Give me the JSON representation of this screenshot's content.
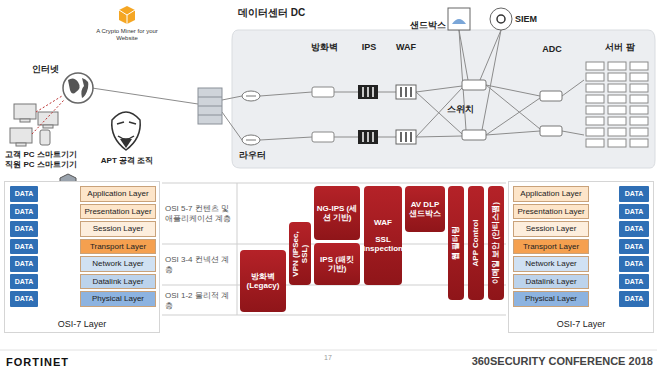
{
  "diagram": {
    "nodes": [
      {
        "text": [
          "데이터센터 DC"
        ]
      },
      {
        "text": [
          "OSI-7 Layer"
        ]
      },
      {
        "text": [
          "DATA"
        ],
        "in": 1
      },
      {
        "text": [
          "Application Layer"
        ],
        "in": 1
      },
      {
        "text": [
          "DATA"
        ],
        "in": 1
      },
      {
        "text": [
          "Presentation Layer"
        ],
        "in": 1
      },
      {
        "text": [
          "DATA"
        ],
        "in": 1
      },
      {
        "text": [
          "Session Layer"
        ],
        "in": 1
      },
      {
        "text": [
          "DATA"
        ],
        "in": 1
      },
      {
        "text": [
          "Transport Layer"
        ],
        "in": 1
      },
      {
        "text": [
          "DATA"
        ],
        "in": 1
      },
      {
        "text": [
          "Network Layer"
        ],
        "in": 1
      },
      {
        "text": [
          "DATA"
        ],
        "in": 1
      },
      {
        "text": [
          "Datalink Layer"
        ],
        "in": 1
      },
      {
        "text": [
          "DATA"
        ],
        "in": 1
      },
      {
        "text": [
          "Physical Layer"
        ],
        "in": 1
      },
      {
        "text": [
          "OSI 5-7 컨텐츠 및 애플리케이션 계층"
        ]
      },
      {
        "text": [
          "OSI 3-4 컨넥션 계층"
        ]
      },
      {
        "text": [
          "OSI 1-2 물리적 계층"
        ]
      },
      {
        "text": [
          "방화벽 (Legacy)"
        ]
      },
      {
        "text": [
          "VPN (IPSec, SSL)"
        ]
      },
      {
        "text": [
          "NG-IPS (세션 기반)"
        ]
      },
      {
        "text": [
          "IPS (패킷 기반)"
        ]
      },
      {
        "text": [
          "WAF",
          "SSL inspection"
        ]
      },
      {
        "text": [
          "AV DLP 샌드박스"
        ]
      },
      {
        "text": [
          "웹 필터링"
        ]
      },
      {
        "text": [
          "APP Control"
        ]
      },
      {
        "text": [
          "이메일 보안 (안티스팸)"
        ]
      },
      {
        "text": [
          "OSI-7 Layer"
        ]
      },
      {
        "text": [
          "Application Layer"
        ],
        "in": 28
      },
      {
        "text": [
          "DATA"
        ],
        "in": 28
      },
      {
        "text": [
          "Presentation Layer"
        ],
        "in": 28
      },
      {
        "text": [
          "DATA"
        ],
        "in": 28
      },
      {
        "text": [
          "Session Layer"
        ],
        "in": 28
      },
      {
        "text": [
          "DATA"
        ],
        "in": 28
      },
      {
        "text": [
          "Transport Layer"
        ],
        "in": 28
      },
      {
        "text": [
          "DATA"
        ],
        "in": 28
      },
      {
        "text": [
          "Network Layer"
        ],
        "in": 28
      },
      {
        "text": [
          "DATA"
        ],
        "in": 28
      },
      {
        "text": [
          "Datalink Layer"
        ],
        "in": 28
      },
      {
        "text": [
          "DATA"
        ],
        "in": 28
      },
      {
        "text": [
          "Physical Layer"
        ],
        "in": 28
      },
      {
        "text": [
          "DATA"
        ],
        "in": 28
      }
    ],
    "labels": [
      "A Crypto Miner for your Website",
      "인터넷",
      "고객 PC 스마트기기",
      "직원 PC 스마트기기",
      "APT 공격 조직",
      "방화벽",
      "IPS",
      "WAF",
      "샌드박스",
      "SIEM",
      "스위치",
      "ADC",
      "서버 팜",
      "라우터",
      "FORTINET",
      "17",
      "360SECURITY CONFERENCE 2018"
    ]
  }
}
